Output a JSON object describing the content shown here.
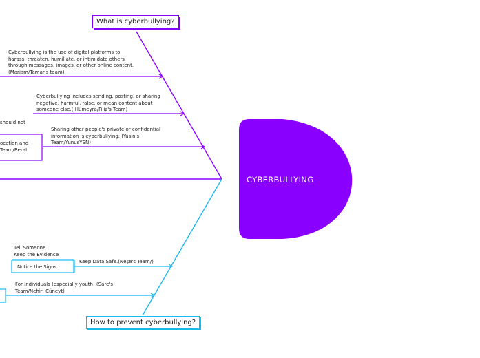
{
  "central_topic": "CYBERBULLYING",
  "colors": {
    "top_branch": "#8a00ff",
    "bottom_branch": "#1ab8f0",
    "head": "#8a00ff"
  },
  "top_category": {
    "title": "What is cyberbullying?",
    "items": [
      {
        "lines": [
          "Cyberbullying is the use of digital platforms to",
          "harass, threaten, humiliate, or intimidate others",
          "through messages, images, or other online content.",
          "(Mariam/Tamar's team)"
        ]
      },
      {
        "lines": [
          "Cyberbullying includes sending, posting, or sharing",
          "negative, harmful, false, or mean content about",
          "someone else.( Hümeyra/Filiz's Team)"
        ]
      },
      {
        "lines": [
          "Sharing other people's private or confidential",
          "information is cyberbullying. (Yasin's",
          "Team/YunusYSN)"
        ]
      }
    ],
    "partial_texts": {
      "fragment_1": "should not",
      "fragment_2_line1": "ocation and",
      "fragment_2_line2": "Team/Berat"
    }
  },
  "bottom_category": {
    "title": "How to prevent cyberbullying?",
    "items": [
      {
        "text": "Keep Data Safe.(Neşe's Team/)",
        "subitems": [
          {
            "lines": [
              "Tell Someone.",
              "Keep the Evidence"
            ]
          },
          {
            "lines": [
              "Notice the Signs."
            ]
          }
        ]
      },
      {
        "lines": [
          "For Individuals (especially youth) (Sare's",
          "Team/Nehir, Cüneyt)"
        ]
      }
    ]
  }
}
